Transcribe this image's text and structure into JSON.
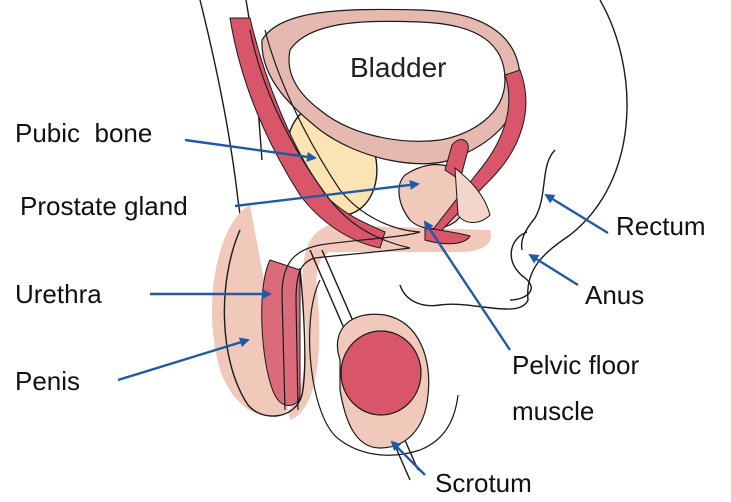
{
  "diagram": {
    "labels": {
      "bladder": "Bladder",
      "pubic_bone": "Pubic  bone",
      "prostate_gland": "Prostate gland",
      "urethra": "Urethra",
      "penis": "Penis",
      "rectum": "Rectum",
      "anus": "Anus",
      "pelvic_floor_line1": "Pelvic floor",
      "pelvic_floor_line2": "muscle",
      "scrotum": "Scrotum"
    },
    "colors": {
      "arrow": "#1f5aa6",
      "outline": "#1a1a1a",
      "muscle_red": "#d9556a",
      "deep_red": "#c8505e",
      "skin_pink": "#f0c9bb",
      "light_pink": "#f3d6cb",
      "bone": "#fbe3b3",
      "bladder_wall": "#e5b9b0"
    }
  }
}
